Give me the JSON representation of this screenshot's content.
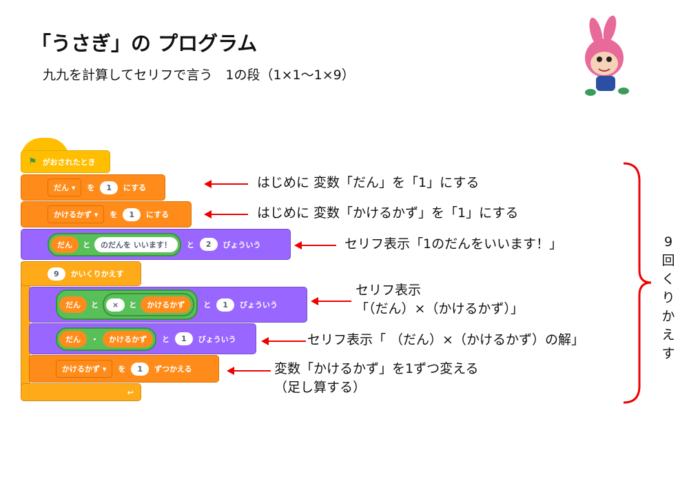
{
  "title": "「うさぎ」の プログラム",
  "subtitle": "九九を計算してセリフで言う　1の段（1×1～1×9）",
  "blocks": {
    "hat": "がおされたとき",
    "set1": {
      "var": "だん",
      "to": "を",
      "value": "1",
      "suffix": "にする"
    },
    "set2": {
      "var": "かけるかず",
      "to": "を",
      "value": "1",
      "suffix": "にする"
    },
    "say1": {
      "var": "だん",
      "and": "と",
      "text": "のだんを いいます！",
      "and2": "と",
      "secs": "2",
      "suffix": "びょういう"
    },
    "repeat": {
      "count": "9",
      "suffix": "かいくりかえす"
    },
    "say2": {
      "var": "だん",
      "and": "と",
      "text": "×",
      "and2": "と",
      "var2": "かけるかず",
      "and3": "と",
      "secs": "1",
      "suffix": "びょういう"
    },
    "say3": {
      "var": "だん",
      "op": "・",
      "var2": "かけるかず",
      "and": "と",
      "secs": "1",
      "suffix": "びょういう"
    },
    "change": {
      "var": "かけるかず",
      "to": "を",
      "value": "1",
      "suffix": "ずつかえる"
    }
  },
  "notes": {
    "n1": "はじめに 変数「だん」を「1」にする",
    "n2": "はじめに 変数「かけるかず」を「1」にする",
    "n3": "セリフ表示「1のだんをいいます！」",
    "n4a": "セリフ表示",
    "n4b": "「（だん）×（かけるかず）」",
    "n5": "セリフ表示「 （だん）×（かけるかず）の解」",
    "n6a": "変数「かけるかず」を1ずつ変える",
    "n6b": "（足し算する）",
    "loop": "9回くりかえす"
  }
}
